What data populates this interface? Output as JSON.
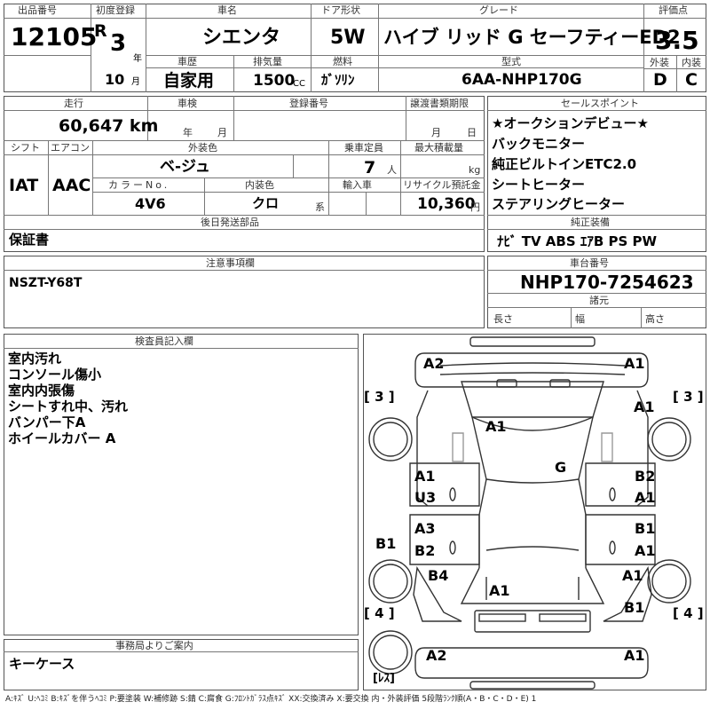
{
  "header": {
    "lot_label": "出品番号",
    "lot": "12105",
    "first_reg_label": "初度登録",
    "era": "R",
    "year": "3",
    "year_unit": "年",
    "month": "10",
    "month_unit": "月",
    "name_label": "車名",
    "name": "シエンタ",
    "door_label": "ドア形状",
    "door": "5W",
    "grade_label": "グレード",
    "grade": "ハイブ リッド G セーフティーED2",
    "score_label": "評価点",
    "score": "3.5",
    "ext_label": "外装",
    "ext": "D",
    "int_label": "内装",
    "int": "C",
    "history_label": "車歴",
    "history": "自家用",
    "displacement_label": "排気量",
    "displacement": "1500",
    "displacement_unit": "CC",
    "fuel_label": "燃料",
    "fuel": "ｶﾞｿﾘﾝ",
    "model_label": "型式",
    "model": "6AA-NHP170G"
  },
  "row2": {
    "mileage_label": "走行",
    "mileage": "60,647 km",
    "inspection_label": "車検",
    "insp_year_unit": "年",
    "insp_month_unit": "月",
    "reg_label": "登録番号",
    "transfer_label": "譲渡書類期限",
    "transfer_month_unit": "月",
    "transfer_day_unit": "日",
    "shift_label": "シフト",
    "shift": "IAT",
    "ac_label": "エアコン",
    "ac": "AAC",
    "color_label": "外装色",
    "color": "ベ-ジュ",
    "capacity_label": "乗車定員",
    "capacity": "7",
    "capacity_unit": "人",
    "load_label": "最大積載量",
    "load_unit": "kg",
    "colorno_label": "カラーNo.",
    "colorno": "4V6",
    "intcolor_label": "内装色",
    "intcolor": "クロ",
    "intcolor_suffix": "系",
    "import_label": "輸入車",
    "recycle_label": "リサイクル預託金",
    "recycle": "10,360",
    "recycle_unit": "円",
    "later_label": "後日発送部品",
    "later": "保証書"
  },
  "sales": {
    "label": "セールスポイント",
    "items": [
      "★オークションデビュー★",
      "バックモニター",
      "純正ビルトインETC2.0",
      "シートヒーター",
      "ステアリングヒーター"
    ],
    "equip_label": "純正装備",
    "equip": "ﾅﾋﾞ TV ABS ｴｱB PS PW"
  },
  "notes": {
    "label": "注意事項欄",
    "text": "NSZT-Y68T"
  },
  "chassis": {
    "label": "車台番号",
    "value": "NHP170-7254623",
    "spec_label": "諸元",
    "length_label": "長さ",
    "width_label": "幅",
    "height_label": "高さ"
  },
  "inspector": {
    "label": "検査員記入欄",
    "lines": [
      "室内汚れ",
      "コンソール傷小",
      "室内内張傷",
      "シートすれ中、汚れ",
      "バンパー下A",
      "ホイールカバー A"
    ]
  },
  "office": {
    "label": "事務局よりご案内",
    "text": "キーケース"
  },
  "diagram": {
    "codes": {
      "a2_top": "A2",
      "a1_top": "A1",
      "a1_right_front": "A1",
      "a1_hood": "A1",
      "g": "G",
      "a1_ld": "A1",
      "u3": "U3",
      "b2_rd": "B2",
      "a1_rd": "A1",
      "a3": "A3",
      "b2_lr": "B2",
      "b1_rr": "B1",
      "a1_rr": "A1",
      "b1_left": "B1",
      "b4": "B4",
      "a1_roof": "A1",
      "a1_right_rear": "A1",
      "b1_right_rear": "B1",
      "a2_bottom": "A2",
      "a1_bottom": "A1"
    },
    "tire_labels": {
      "fl": "[ 3 ]",
      "fr": "[ 3 ]",
      "rl": "[ 4 ]",
      "rr": "[ 4 ]",
      "spare": "[ﾚｽ]"
    }
  },
  "legend": "A:ｷｽﾞ U:ﾍｺﾐ B:ｷｽﾞを伴うﾍｺﾐ P:要塗装 W:補修跡 S:錆 C:腐食 G:ﾌﾛﾝﾄｶﾞﾗｽ点ｷｽﾞ XX:交換済み X:要交換 内・外装評価 5段階ﾗﾝｸ順(A・B・C・D・E) 1"
}
